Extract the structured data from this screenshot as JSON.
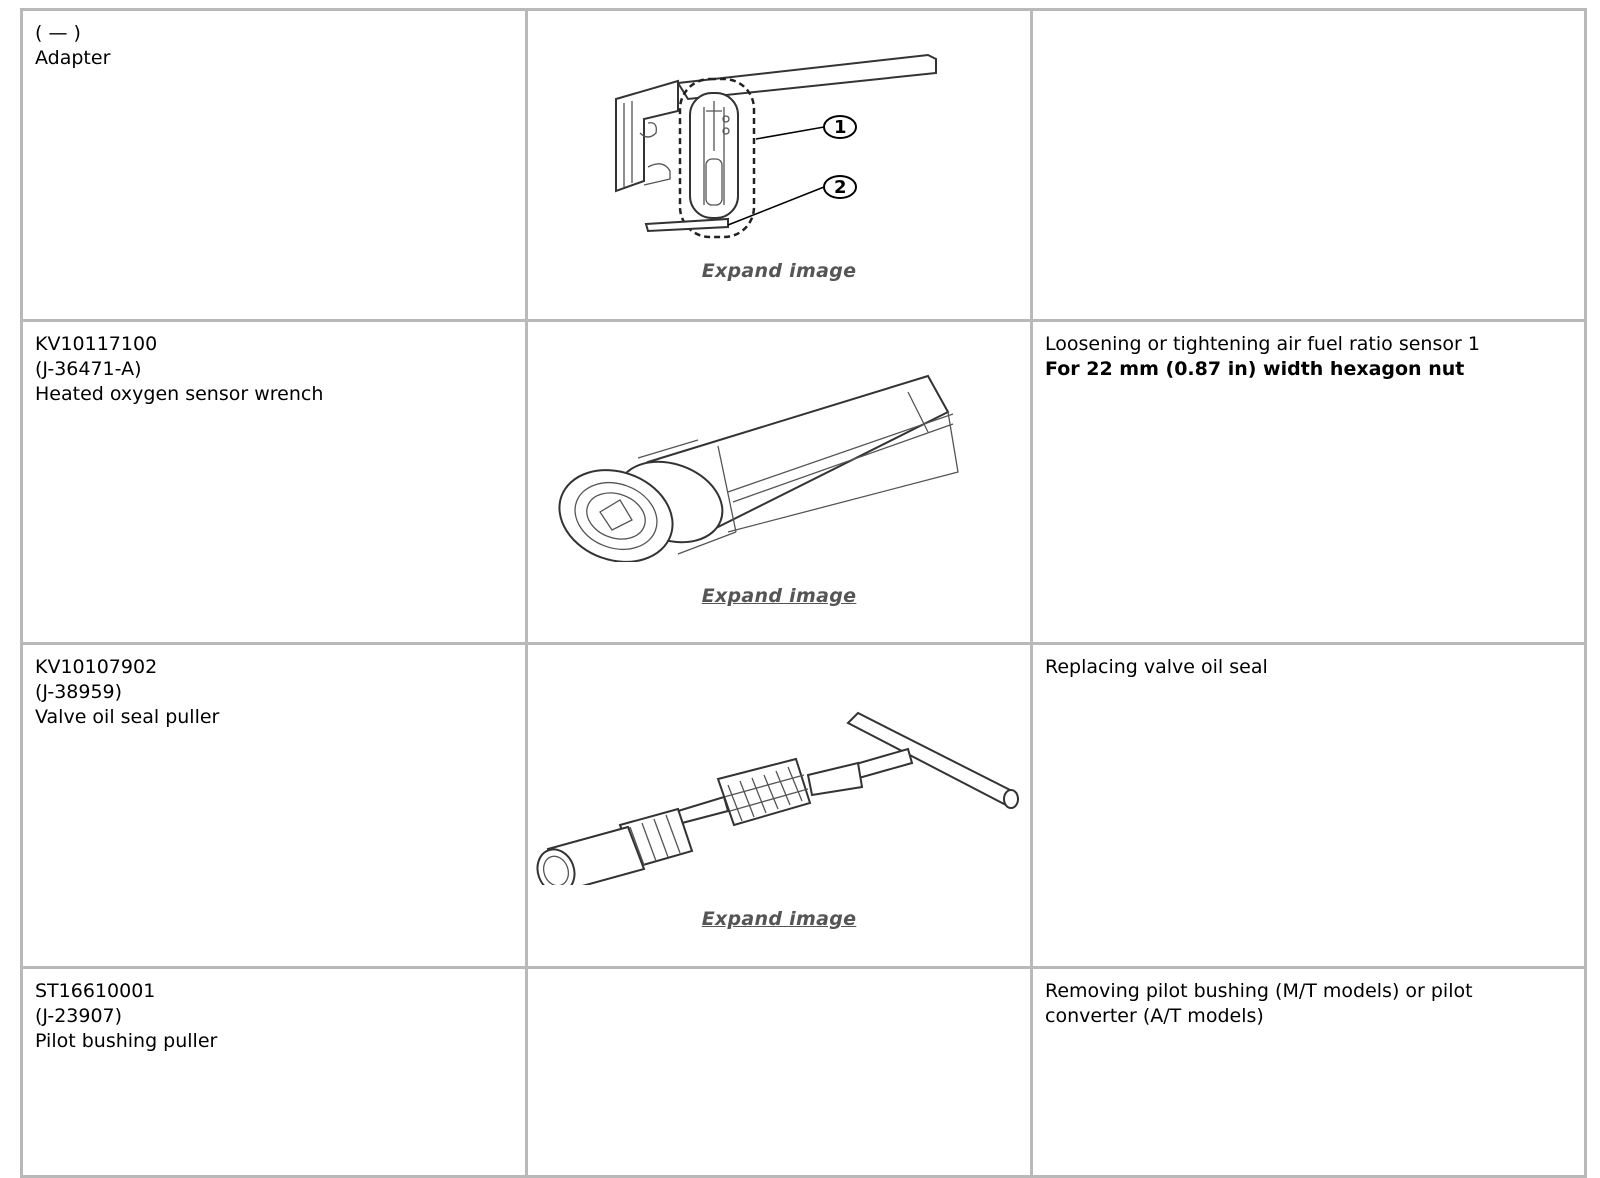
{
  "rows": [
    {
      "tool": [
        "( — )",
        "Adapter"
      ],
      "image_link": "Expand image",
      "callouts": [
        "1",
        "2"
      ],
      "description": []
    },
    {
      "tool": [
        "KV10117100",
        "(J-36471-A)",
        "Heated oxygen sensor wrench"
      ],
      "image_link": "Expand image",
      "description": [
        "Loosening or tightening air fuel ratio sensor 1"
      ],
      "description_bold": "For 22 mm (0.87 in) width hexagon nut"
    },
    {
      "tool": [
        "KV10107902",
        "(J-38959)",
        "Valve oil seal puller"
      ],
      "image_link": "Expand image",
      "description": [
        "Replacing valve oil seal"
      ]
    },
    {
      "tool": [
        "ST16610001",
        "(J-23907)",
        "Pilot bushing puller"
      ],
      "description": [
        "Removing pilot bushing (M/T models) or pilot",
        "converter (A/T models)"
      ]
    }
  ]
}
